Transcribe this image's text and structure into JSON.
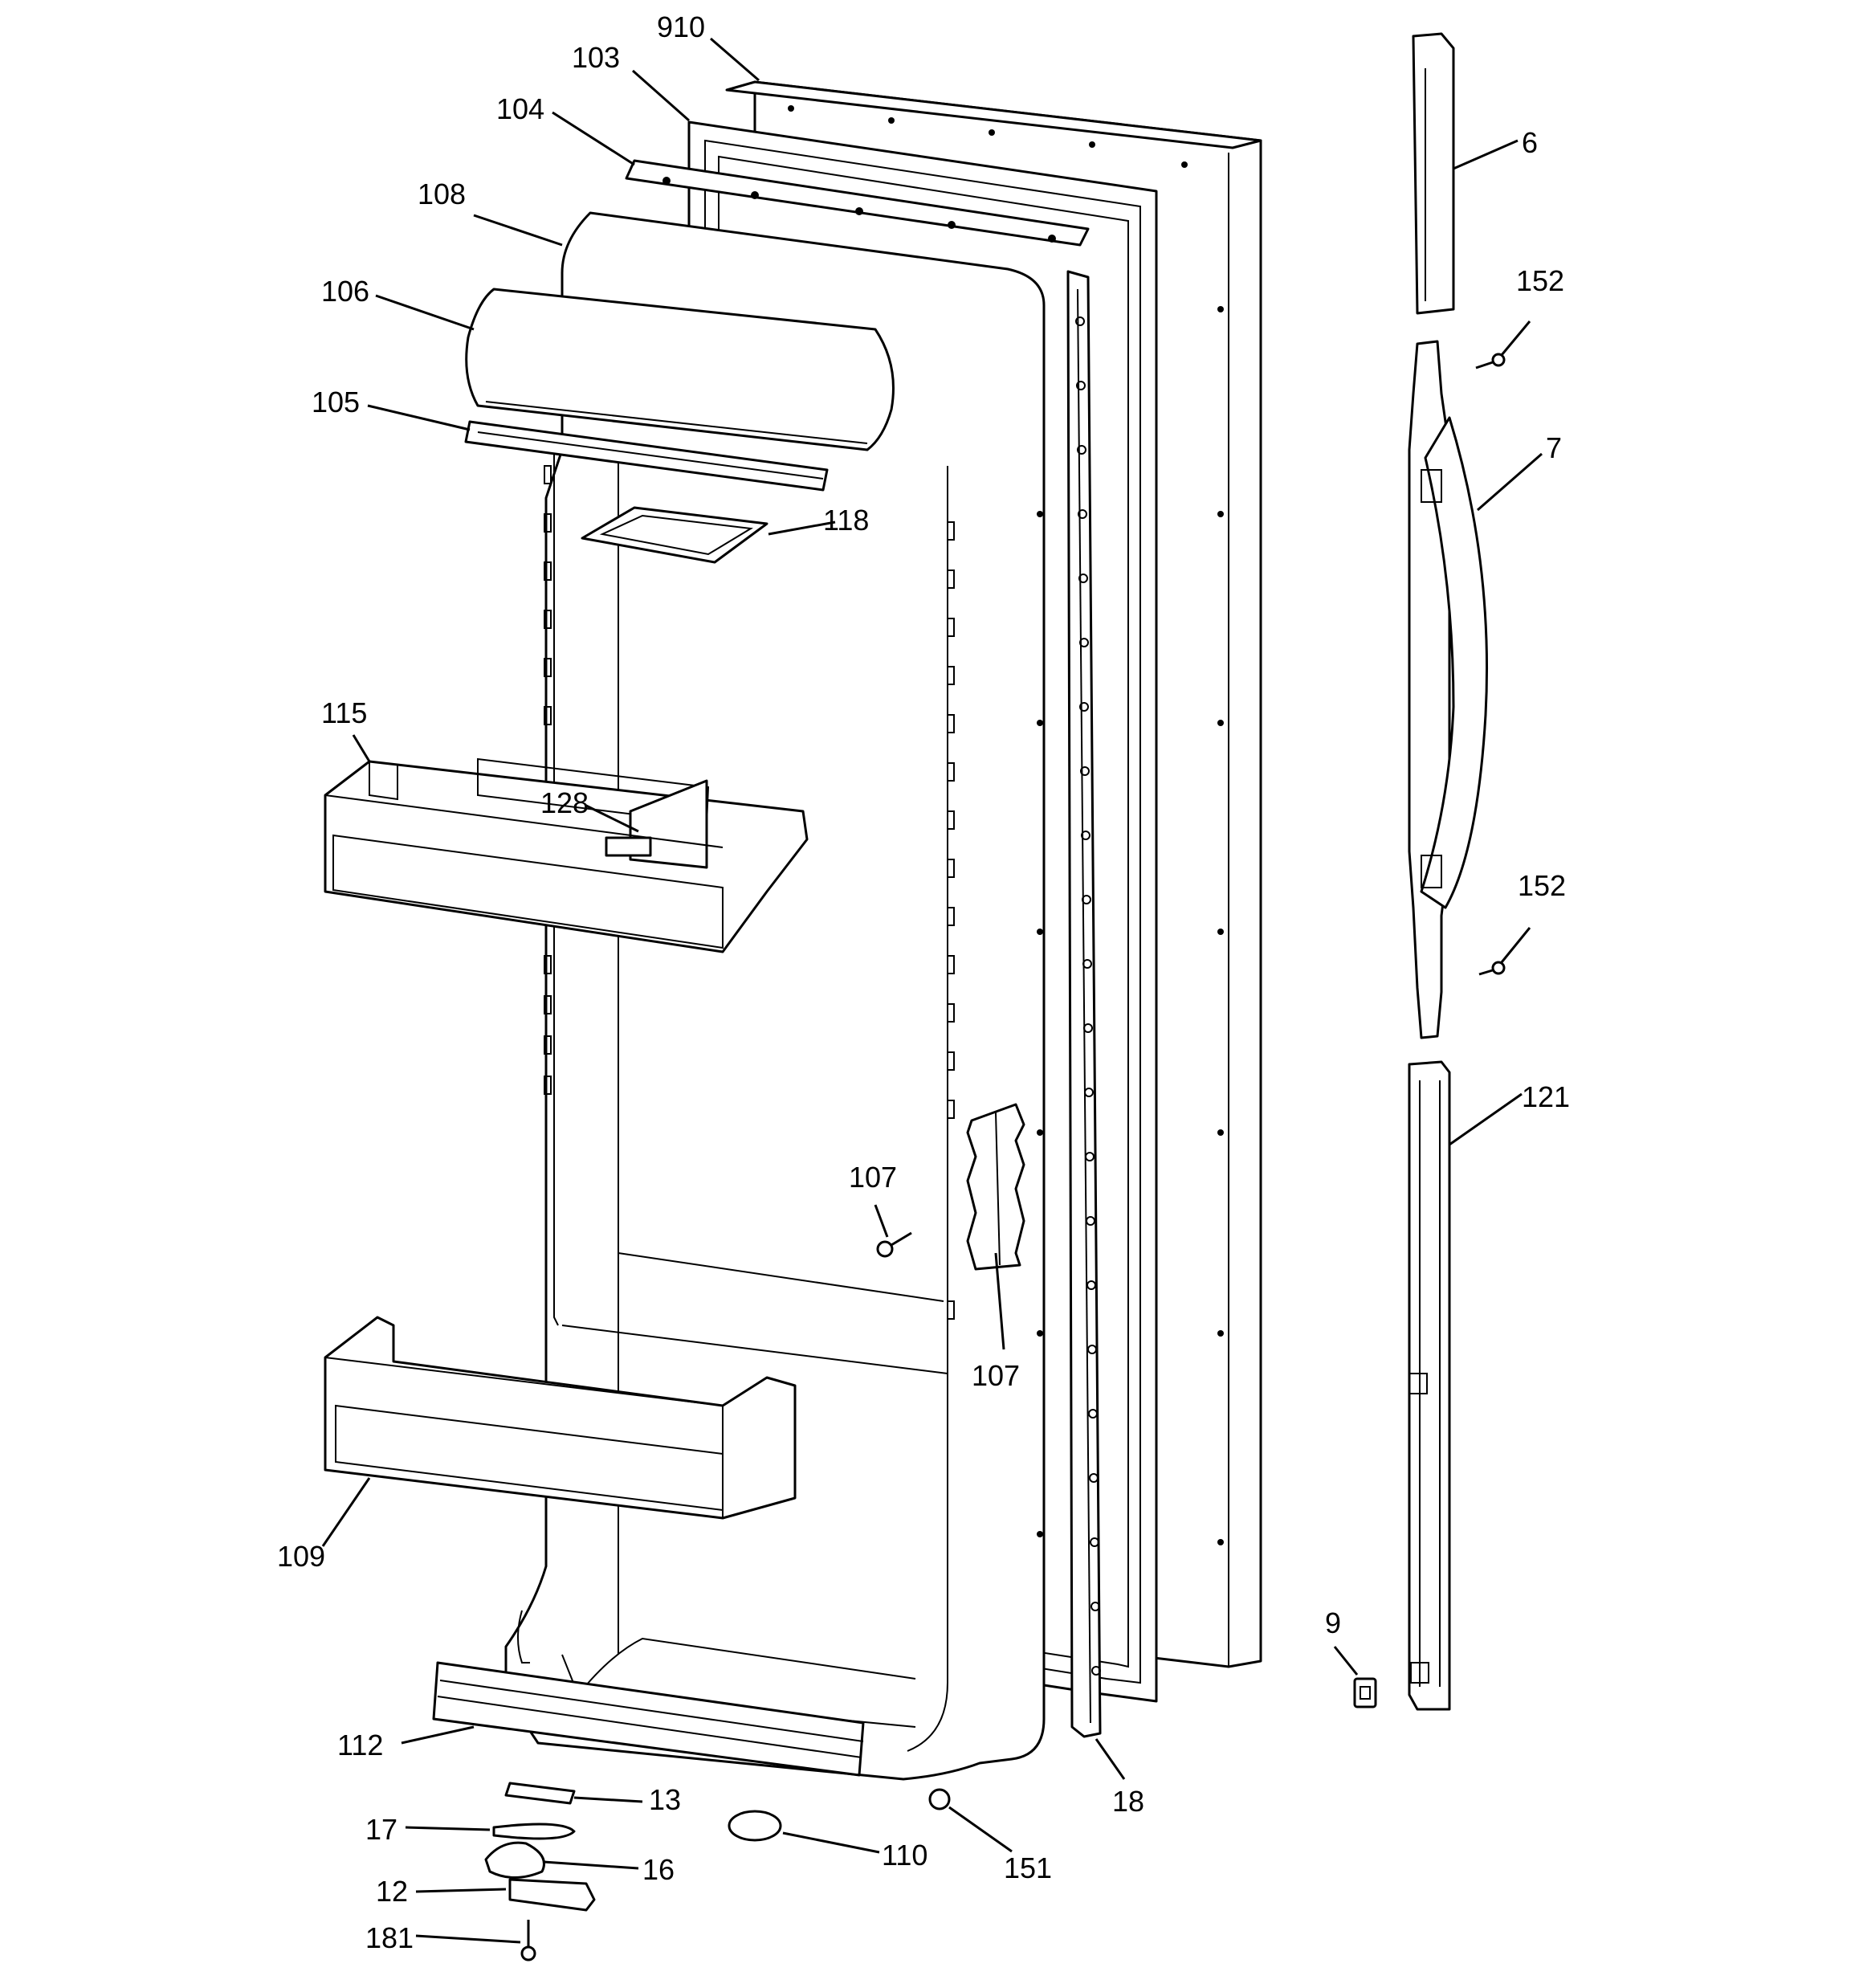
{
  "diagram": {
    "type": "exploded parts diagram",
    "colors": {
      "line": "#000000",
      "background": "#ffffff"
    },
    "callouts": [
      {
        "id": "c-910",
        "label": "910"
      },
      {
        "id": "c-103",
        "label": "103"
      },
      {
        "id": "c-104",
        "label": "104"
      },
      {
        "id": "c-108",
        "label": "108"
      },
      {
        "id": "c-106",
        "label": "106"
      },
      {
        "id": "c-105",
        "label": "105"
      },
      {
        "id": "c-118",
        "label": "118"
      },
      {
        "id": "c-115",
        "label": "115"
      },
      {
        "id": "c-128",
        "label": "128"
      },
      {
        "id": "c-107a",
        "label": "107"
      },
      {
        "id": "c-107b",
        "label": "107"
      },
      {
        "id": "c-109",
        "label": "109"
      },
      {
        "id": "c-112",
        "label": "112"
      },
      {
        "id": "c-13",
        "label": "13"
      },
      {
        "id": "c-17",
        "label": "17"
      },
      {
        "id": "c-16",
        "label": "16"
      },
      {
        "id": "c-12",
        "label": "12"
      },
      {
        "id": "c-181",
        "label": "181"
      },
      {
        "id": "c-110",
        "label": "110"
      },
      {
        "id": "c-151",
        "label": "151"
      },
      {
        "id": "c-18",
        "label": "18"
      },
      {
        "id": "c-6",
        "label": "6"
      },
      {
        "id": "c-152a",
        "label": "152"
      },
      {
        "id": "c-7",
        "label": "7"
      },
      {
        "id": "c-152b",
        "label": "152"
      },
      {
        "id": "c-121",
        "label": "121"
      },
      {
        "id": "c-9",
        "label": "9"
      }
    ]
  }
}
